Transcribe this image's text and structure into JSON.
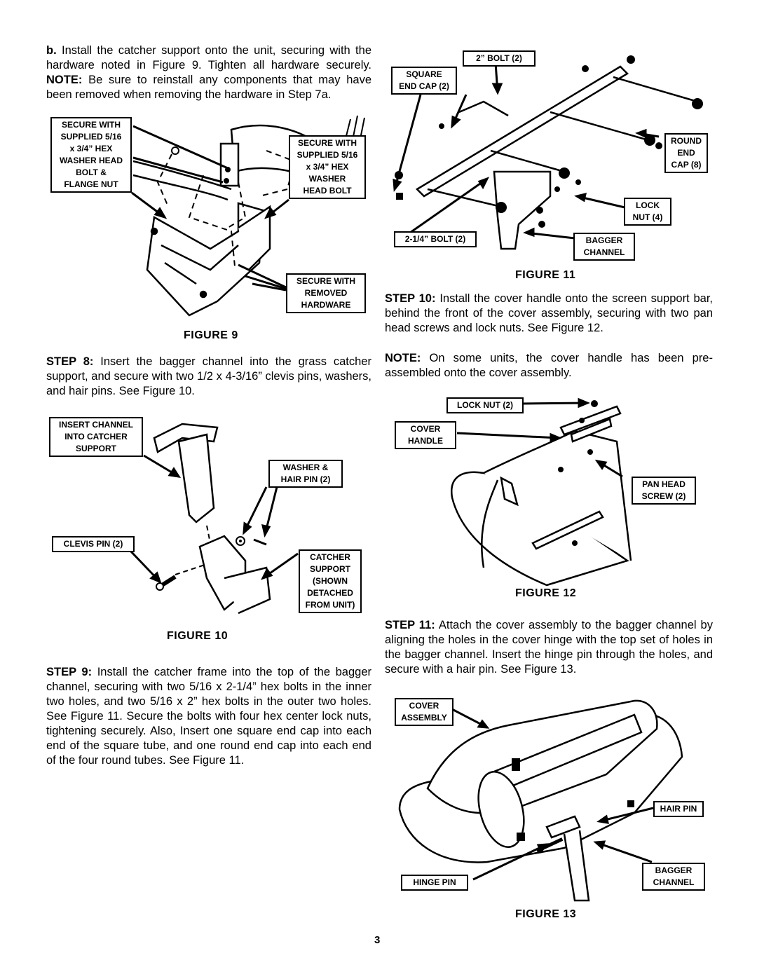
{
  "left": {
    "step7b": {
      "lead": "b.",
      "text": "Install the catcher support onto the unit, securing with the hardware noted in Figure 9. Tighten all hardware securely.",
      "note_lead": "NOTE:",
      "note_text": "Be sure to reinstall any components that may have been removed when removing the hardware in Step 7a."
    },
    "figure9": {
      "caption": "FIGURE 9",
      "labels": [
        [
          "SECURE WITH",
          "SUPPLIED 5/16",
          "x 3/4” HEX",
          "WASHER HEAD",
          "BOLT &",
          "FLANGE NUT"
        ],
        [
          "SECURE WITH",
          "SUPPLIED 5/16",
          "x 3/4” HEX",
          "WASHER",
          "HEAD BOLT"
        ],
        [
          "SECURE WITH",
          "REMOVED",
          "HARDWARE"
        ]
      ]
    },
    "step8": {
      "lead": "STEP 8:",
      "text": "Insert the bagger channel into the grass catcher support, and secure with two 1/2 x 4-3/16” clevis pins, washers, and hair pins. See Figure 10."
    },
    "figure10": {
      "caption": "FIGURE 10",
      "labels": [
        [
          "INSERT CHANNEL",
          "INTO CATCHER",
          "SUPPORT"
        ],
        [
          "WASHER &",
          "HAIR PIN (2)"
        ],
        [
          "CLEVIS PIN (2)"
        ],
        [
          "CATCHER",
          "SUPPORT",
          "(SHOWN",
          "DETACHED",
          "FROM UNIT)"
        ]
      ]
    },
    "step9": {
      "lead": "STEP 9:",
      "text": "Install the catcher frame into the top of the bagger channel, securing with two 5/16 x 2-1/4” hex bolts in the inner two holes, and two 5/16 x 2” hex bolts in the outer two holes. See Figure 11. Secure the bolts with four hex center lock nuts, tightening securely. Also, Insert one square end cap into each end of the square tube, and one round end cap into each end of the four round tubes. See Figure 11."
    }
  },
  "right": {
    "figure11": {
      "caption": "FIGURE 11",
      "labels": [
        [
          "2” BOLT (2)"
        ],
        [
          "SQUARE",
          "END CAP (2)"
        ],
        [
          "ROUND",
          "END",
          "CAP (8)"
        ],
        [
          "LOCK",
          "NUT (4)"
        ],
        [
          "2-1/4” BOLT (2)"
        ],
        [
          "BAGGER",
          "CHANNEL"
        ]
      ]
    },
    "step10": {
      "lead": "STEP 10:",
      "text": "Install the cover handle onto the screen support bar, behind the front of the cover assembly, securing with two pan head screws and lock nuts. See Figure 12.",
      "note_lead": "NOTE:",
      "note_text": "On some units, the cover handle has been pre-assembled onto the cover assembly."
    },
    "figure12": {
      "caption": "FIGURE 12",
      "labels": [
        [
          "LOCK NUT (2)"
        ],
        [
          "COVER",
          "HANDLE"
        ],
        [
          "PAN HEAD",
          "SCREW (2)"
        ]
      ]
    },
    "step11": {
      "lead": "STEP 11:",
      "text": "Attach the cover assembly to the bagger channel by aligning the holes in the cover hinge with the top set of holes in the bagger channel. Insert the hinge pin through the holes, and secure with a hair pin. See Figure 13."
    },
    "figure13": {
      "caption": "FIGURE 13",
      "labels": [
        [
          "COVER",
          "ASSEMBLY"
        ],
        [
          "HAIR PIN"
        ],
        [
          "BAGGER",
          "CHANNEL"
        ],
        [
          "HINGE PIN"
        ]
      ]
    }
  },
  "page_number": "3"
}
